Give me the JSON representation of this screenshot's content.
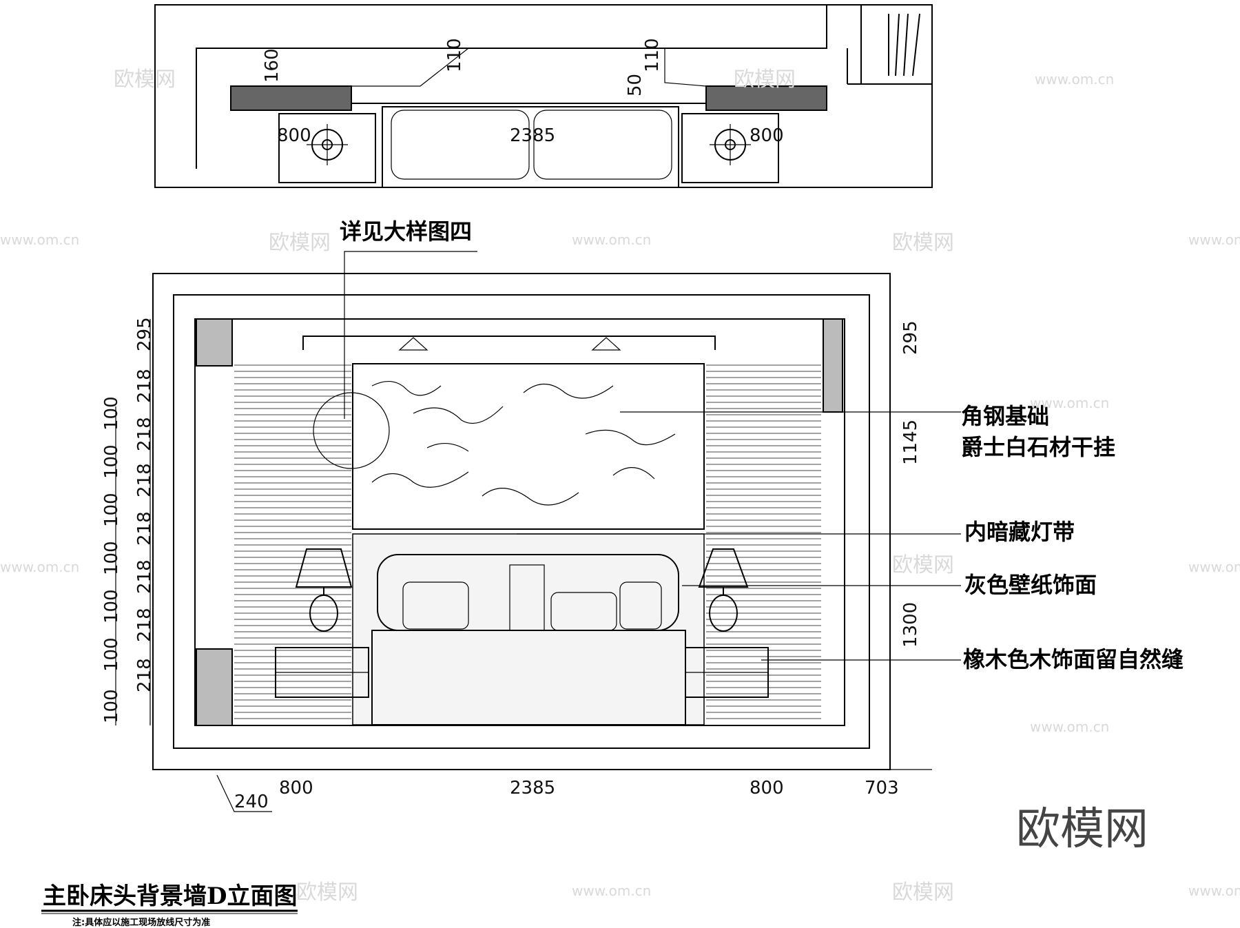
{
  "plan": {
    "dims": {
      "d160": "160",
      "d110a": "110",
      "d110b": "110",
      "d50": "50",
      "d800l": "800",
      "d2385": "2385",
      "d800r": "800"
    }
  },
  "elevation": {
    "detail_callout": "详见大样图四",
    "left_dims": {
      "top": "295",
      "r218": [
        "218",
        "218",
        "218",
        "218",
        "218",
        "218",
        "218"
      ],
      "r100": [
        "100",
        "100",
        "100",
        "100",
        "100",
        "100",
        "100"
      ]
    },
    "right_dims": {
      "top": "295",
      "mid": "1145",
      "low": "1300"
    },
    "bottom_dims": {
      "d240": "240",
      "d800l": "800",
      "d2385": "2385",
      "d800r": "800",
      "d703": "703"
    },
    "annotations": [
      "角钢基础",
      "爵士白石材干挂",
      "内暗藏灯带",
      "灰色壁纸饰面",
      "橡木色木饰面留自然缝"
    ]
  },
  "title": "主卧床头背景墙D立面图",
  "note": "注:具体应以施工现场放线尺寸为准",
  "watermark": {
    "brand": "欧模网",
    "url": "www.om.cn"
  }
}
